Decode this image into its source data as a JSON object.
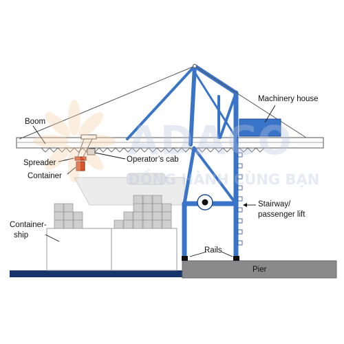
{
  "labels": {
    "boom": "Boom",
    "machinery_house": "Machinery house",
    "spreader": "Spreader",
    "operators_cab": "Operator’s cab",
    "container": "Container",
    "stairway_line1": "Stairway/",
    "stairway_line2": "passenger lift",
    "containership_line1": "Container-",
    "containership_line2": "ship",
    "rails": "Rails",
    "pier": "Pier"
  },
  "watermark": {
    "brand": "ADACO",
    "tagline": "ĐỒNG HÀNH CÙNG BẠN"
  },
  "colors": {
    "crane_blue": "#3a74c9",
    "dark_blue": "#1e4c93",
    "ship_hull": "#e3e3e3",
    "container_grey": "#cfcfcf",
    "pier_grey": "#8a8a8a",
    "water": "#17356a",
    "spreader_red": "#d9542e",
    "watermark_orange": "#f6cfa6"
  }
}
